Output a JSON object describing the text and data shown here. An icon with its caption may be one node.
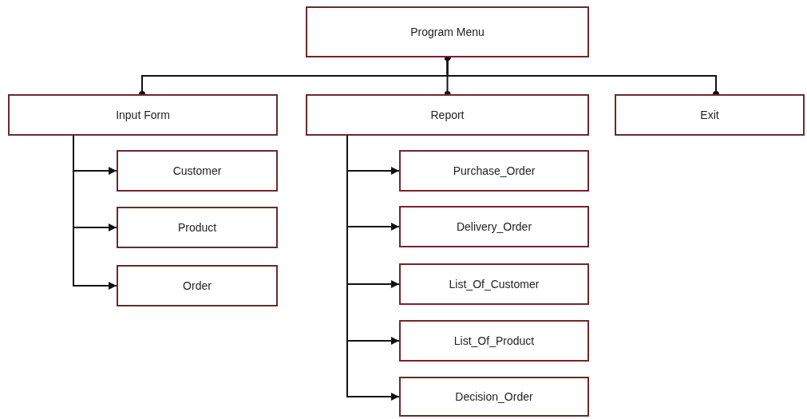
{
  "diagram": {
    "nodes": [
      {
        "text": [
          "Program Menu"
        ]
      },
      {
        "text": [
          "Input Form"
        ]
      },
      {
        "text": [
          "Report"
        ]
      },
      {
        "text": [
          "Exit"
        ]
      },
      {
        "text": [
          "Customer"
        ]
      },
      {
        "text": [
          "Product"
        ]
      },
      {
        "text": [
          "Order"
        ]
      },
      {
        "text": [
          "Purchase_Order"
        ]
      },
      {
        "text": [
          "Delivery_Order"
        ]
      },
      {
        "text": [
          "List_Of_Customer"
        ]
      },
      {
        "text": [
          "List_Of_Product"
        ]
      },
      {
        "text": [
          "Decision_Order"
        ]
      }
    ],
    "edges": [
      {
        "from": 0,
        "to": 1,
        "arrow": "other"
      },
      {
        "from": 0,
        "to": 2,
        "arrow": "other"
      },
      {
        "from": 0,
        "to": 3,
        "arrow": "other"
      },
      {
        "from": 1,
        "to": 4,
        "arrow": "to"
      },
      {
        "from": 1,
        "to": 5,
        "arrow": "to"
      },
      {
        "from": 1,
        "to": 6,
        "arrow": "to"
      },
      {
        "from": 2,
        "to": 7,
        "arrow": "to"
      },
      {
        "from": 2,
        "to": 8,
        "arrow": "to"
      },
      {
        "from": 2,
        "to": 9,
        "arrow": "to"
      },
      {
        "from": 2,
        "to": 10,
        "arrow": "to"
      },
      {
        "from": 2,
        "to": 11,
        "arrow": "to"
      }
    ]
  }
}
